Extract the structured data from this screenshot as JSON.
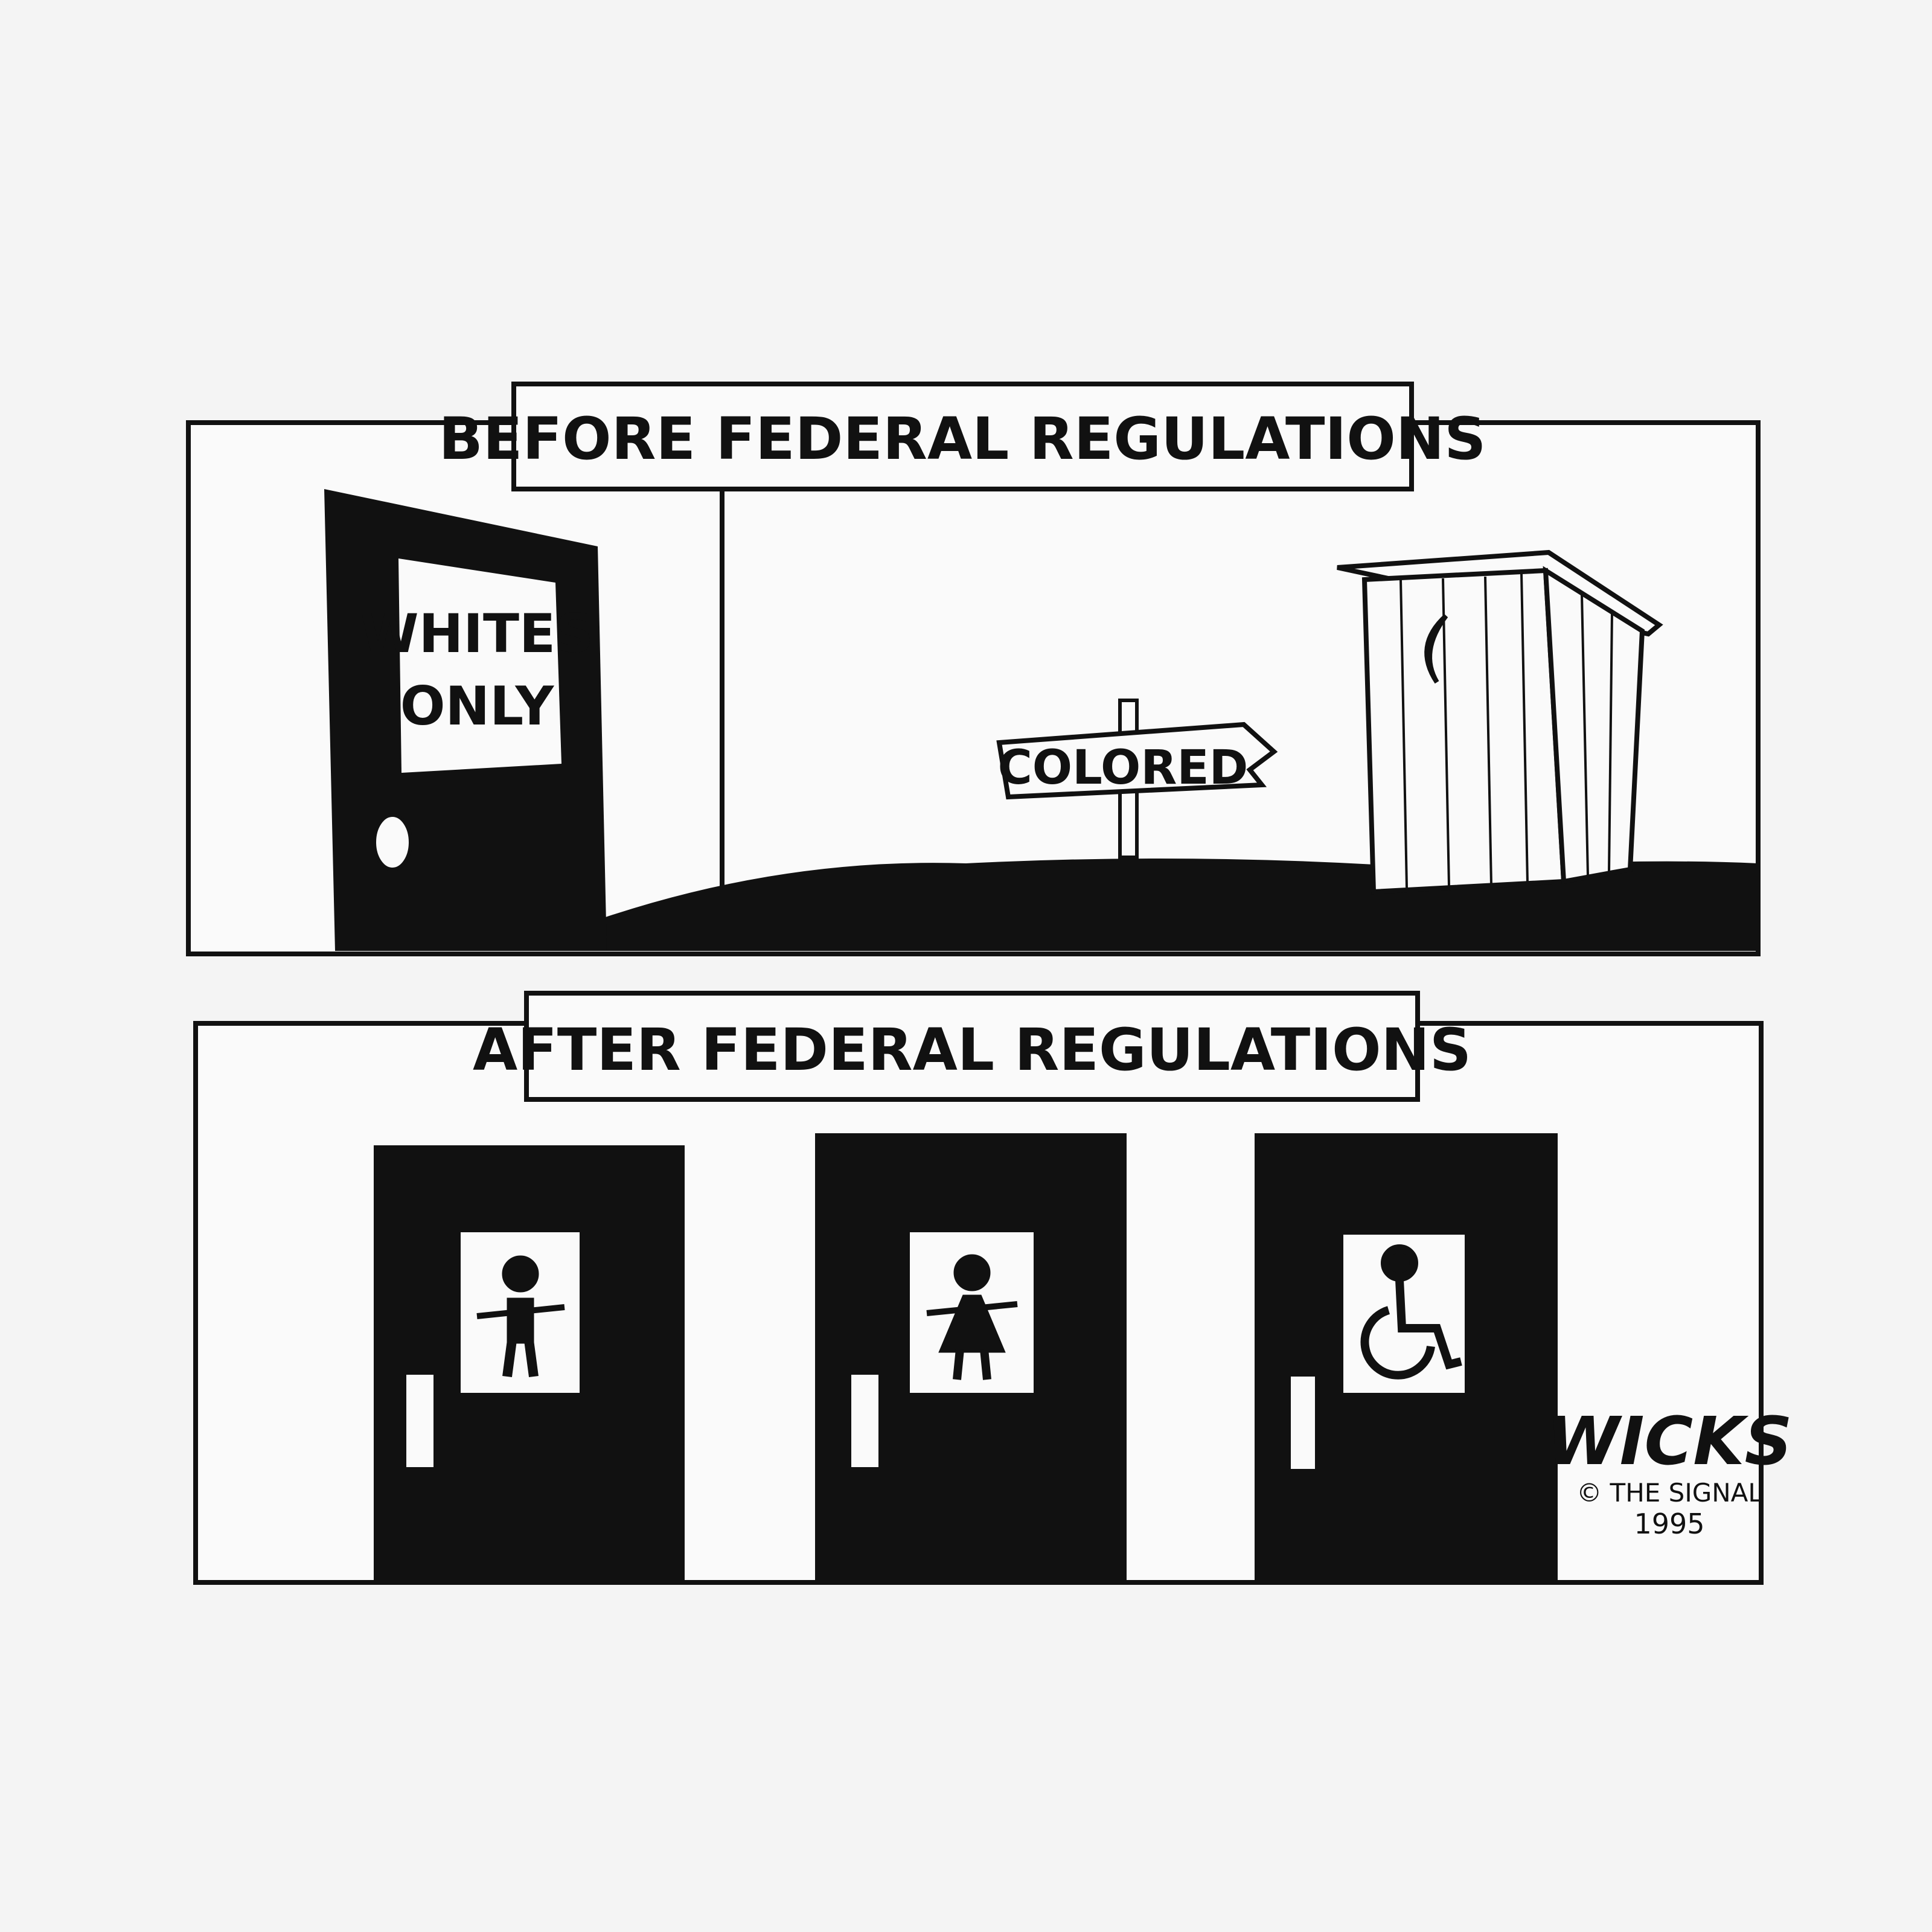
{
  "top_panel": {
    "title": "BEFORE FEDERAL REGULATIONS",
    "door_sign_line1": "WHITES",
    "door_sign_line2": "ONLY",
    "arrow_sign": "COLORED"
  },
  "bottom_panel": {
    "title": "AFTER FEDERAL REGULATIONS",
    "doors": [
      {
        "icon": "man-icon"
      },
      {
        "icon": "woman-icon"
      },
      {
        "icon": "wheelchair-icon"
      }
    ]
  },
  "credit": {
    "signature": "WICKS",
    "copyright": "© THE SIGNAL",
    "year": "1995"
  }
}
